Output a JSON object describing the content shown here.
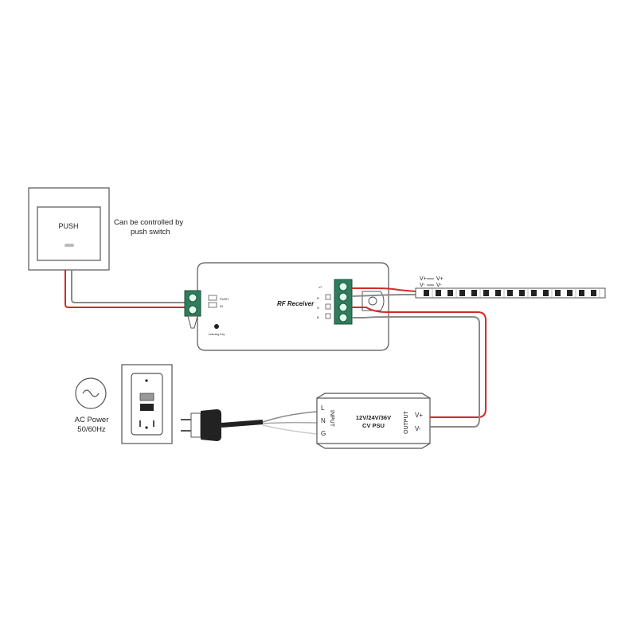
{
  "push_switch": {
    "button_label": "PUSH",
    "note_line1": "Can be controlled by",
    "note_line2": "push switch"
  },
  "receiver": {
    "title": "RF Receiver",
    "learning_key_label": "Learning Key",
    "terminal_labels": [
      "V+",
      "R",
      "G",
      "B"
    ],
    "small_labels": [
      "PUSH",
      "IN"
    ]
  },
  "led_strip": {
    "label_vplus_left": "V+",
    "label_vplus_right": "V+",
    "label_vminus_left": "V-",
    "label_vminus_right": "V-"
  },
  "ac_power": {
    "line1": "AC Power",
    "line2": "50/60Hz"
  },
  "psu": {
    "input_label": "INPUT",
    "output_label": "OUTPUT",
    "terminal_L": "L",
    "terminal_N": "N",
    "terminal_G": "G",
    "out_vplus": "V+",
    "out_vminus": "V-",
    "model_line1": "12V/24V/36V",
    "model_line2": "CV PSU"
  },
  "colors": {
    "wire_red": "#d32a2a",
    "wire_gray": "#8a8a8a",
    "terminal_green": "#2e7d5b",
    "outline": "#555555"
  }
}
